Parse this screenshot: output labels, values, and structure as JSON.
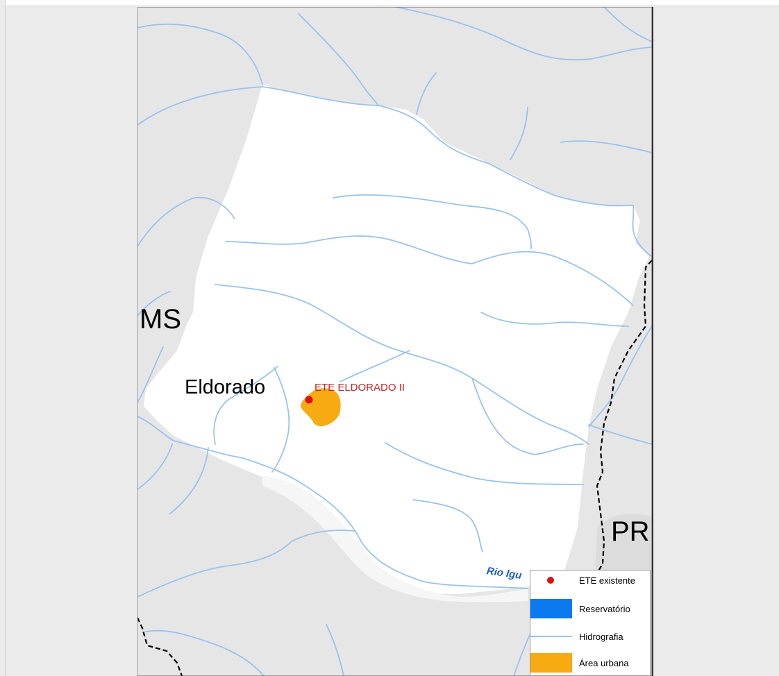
{
  "map": {
    "state_labels": {
      "left": "MS",
      "right": "PR"
    },
    "city_label": "Eldorado",
    "facility_label": "ETE ELDORADO II",
    "river_label": "Rio Igu",
    "colors": {
      "background_region": "#e6e6e6",
      "municipality": "#ffffff",
      "river": "#99c2ee",
      "urban_area": "#f8aa12",
      "facility_point": "#dd1111",
      "reservoir": "#0a7aee",
      "state_border": "#000000"
    }
  },
  "legend": {
    "items": [
      {
        "label": "ETE existente",
        "symbol": "red-dot-icon",
        "color": "#dd1111"
      },
      {
        "label": "Reservatório",
        "symbol": "blue-rect-icon",
        "color": "#0a7aee"
      },
      {
        "label": "Hidrografia",
        "symbol": "line-icon",
        "color": "#99c2ee"
      },
      {
        "label": "Área urbana",
        "symbol": "orange-rect-icon",
        "color": "#f8aa12"
      }
    ]
  }
}
